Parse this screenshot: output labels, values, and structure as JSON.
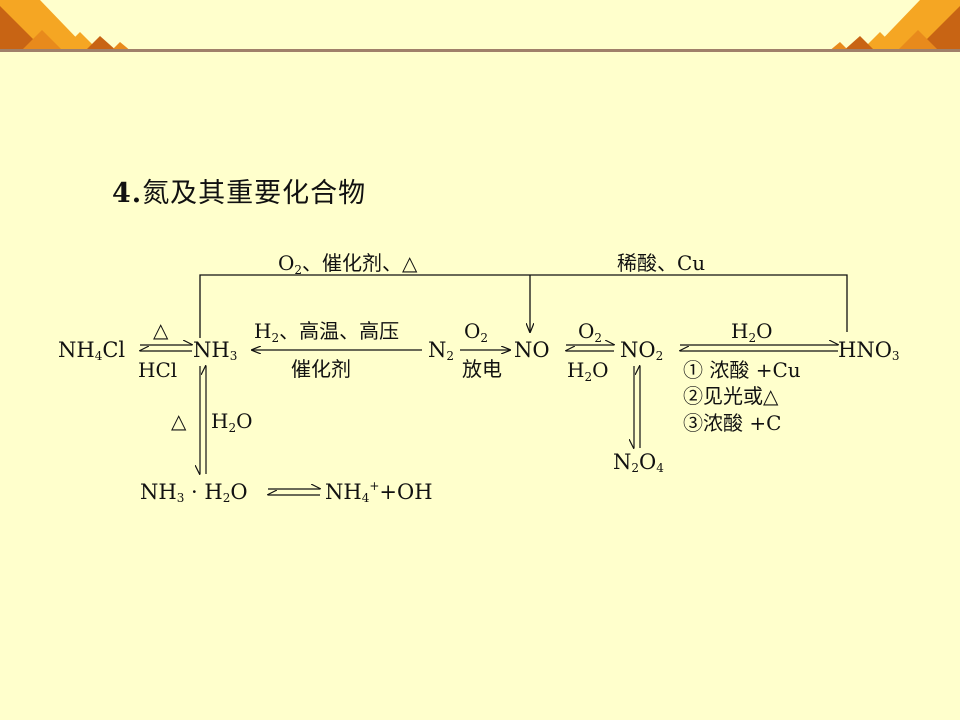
{
  "slide": {
    "title_number": "4.",
    "title_text": "氮及其重要化合物",
    "colors": {
      "background": "#FFFFCC",
      "deco_orange": "#F5A623",
      "deco_dark": "#C86414",
      "rule": "#A0806A"
    }
  },
  "diagram": {
    "nodes": {
      "nh4cl": {
        "base": "NH",
        "sub1": "4",
        "tail": "Cl"
      },
      "nh3": {
        "base": "NH",
        "sub1": "3"
      },
      "n2": {
        "base": "N",
        "sub1": "2"
      },
      "no": {
        "base": "NO"
      },
      "no2": {
        "base": "NO",
        "sub1": "2"
      },
      "hno3": {
        "base": "HNO",
        "sub1": "3"
      },
      "n2o4": {
        "base": "N",
        "sub1": "2",
        "mid": "O",
        "sub2": "4"
      },
      "nh3h2o": {
        "a": "NH",
        "a_sub": "3",
        "dot": " · ",
        "b": "H",
        "b_sub": "2",
        "c": "O"
      },
      "nh4oh": {
        "a": "NH",
        "a_sub": "4",
        "a_sup": "+",
        "b": "+OH"
      }
    },
    "labels": {
      "top_left": {
        "a": "O",
        "a_sub": "2",
        "rest": "、催化剂、△"
      },
      "top_right": "稀酸、Cu",
      "nh4cl_over": "△",
      "nh4cl_under": "HCl",
      "n2_over": {
        "a": "H",
        "a_sub": "2",
        "rest": "、高温、高压"
      },
      "n2_under": "催化剂",
      "no_over": {
        "a": "O",
        "a_sub": "2"
      },
      "no_under": "放电",
      "no2_over": {
        "a": "O",
        "a_sub": "2"
      },
      "no2_under": {
        "a": "H",
        "a_sub": "2",
        "rest": "O"
      },
      "hno3_over": {
        "a": "H",
        "a_sub": "2",
        "rest": "O"
      },
      "hno3_cond": [
        "① 浓酸 +Cu",
        "②见光或△",
        "③浓酸 +C"
      ],
      "nh3_down_left": "△",
      "nh3_down_right": {
        "a": "H",
        "a_sub": "2",
        "rest": "O"
      }
    }
  }
}
